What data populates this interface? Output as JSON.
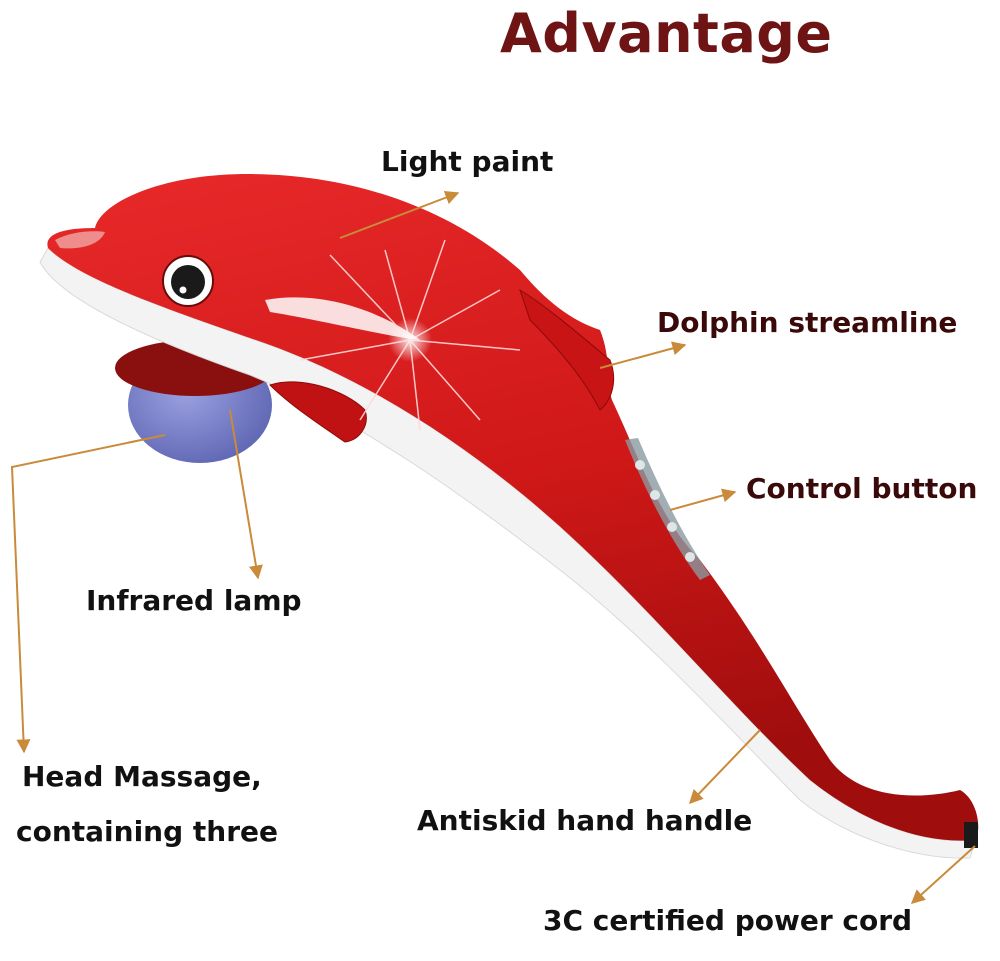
{
  "title": "Advantage",
  "colors": {
    "title": "#6e1414",
    "label_text": "#111111",
    "label_text_right": "#3a0a0a",
    "arrow": "#c98a3a",
    "body_red": "#d41b1b",
    "body_red_dark": "#9c0d0d",
    "belly_white": "#f2f2f2",
    "massage_head": "#7f86cf"
  },
  "product": {
    "name": "Dolphin massager",
    "callouts": [
      {
        "id": "light-paint",
        "label": "Light paint"
      },
      {
        "id": "dolphin-streamline",
        "label": "Dolphin streamline"
      },
      {
        "id": "control-button",
        "label": "Control button"
      },
      {
        "id": "infrared-lamp",
        "label": "Infrared lamp"
      },
      {
        "id": "head-massage",
        "label_line1": "Head Massage,",
        "label_line2": "containing three"
      },
      {
        "id": "antiskid-handle",
        "label": "Antiskid hand handle"
      },
      {
        "id": "power-cord",
        "label": "3C certified power cord"
      }
    ]
  }
}
